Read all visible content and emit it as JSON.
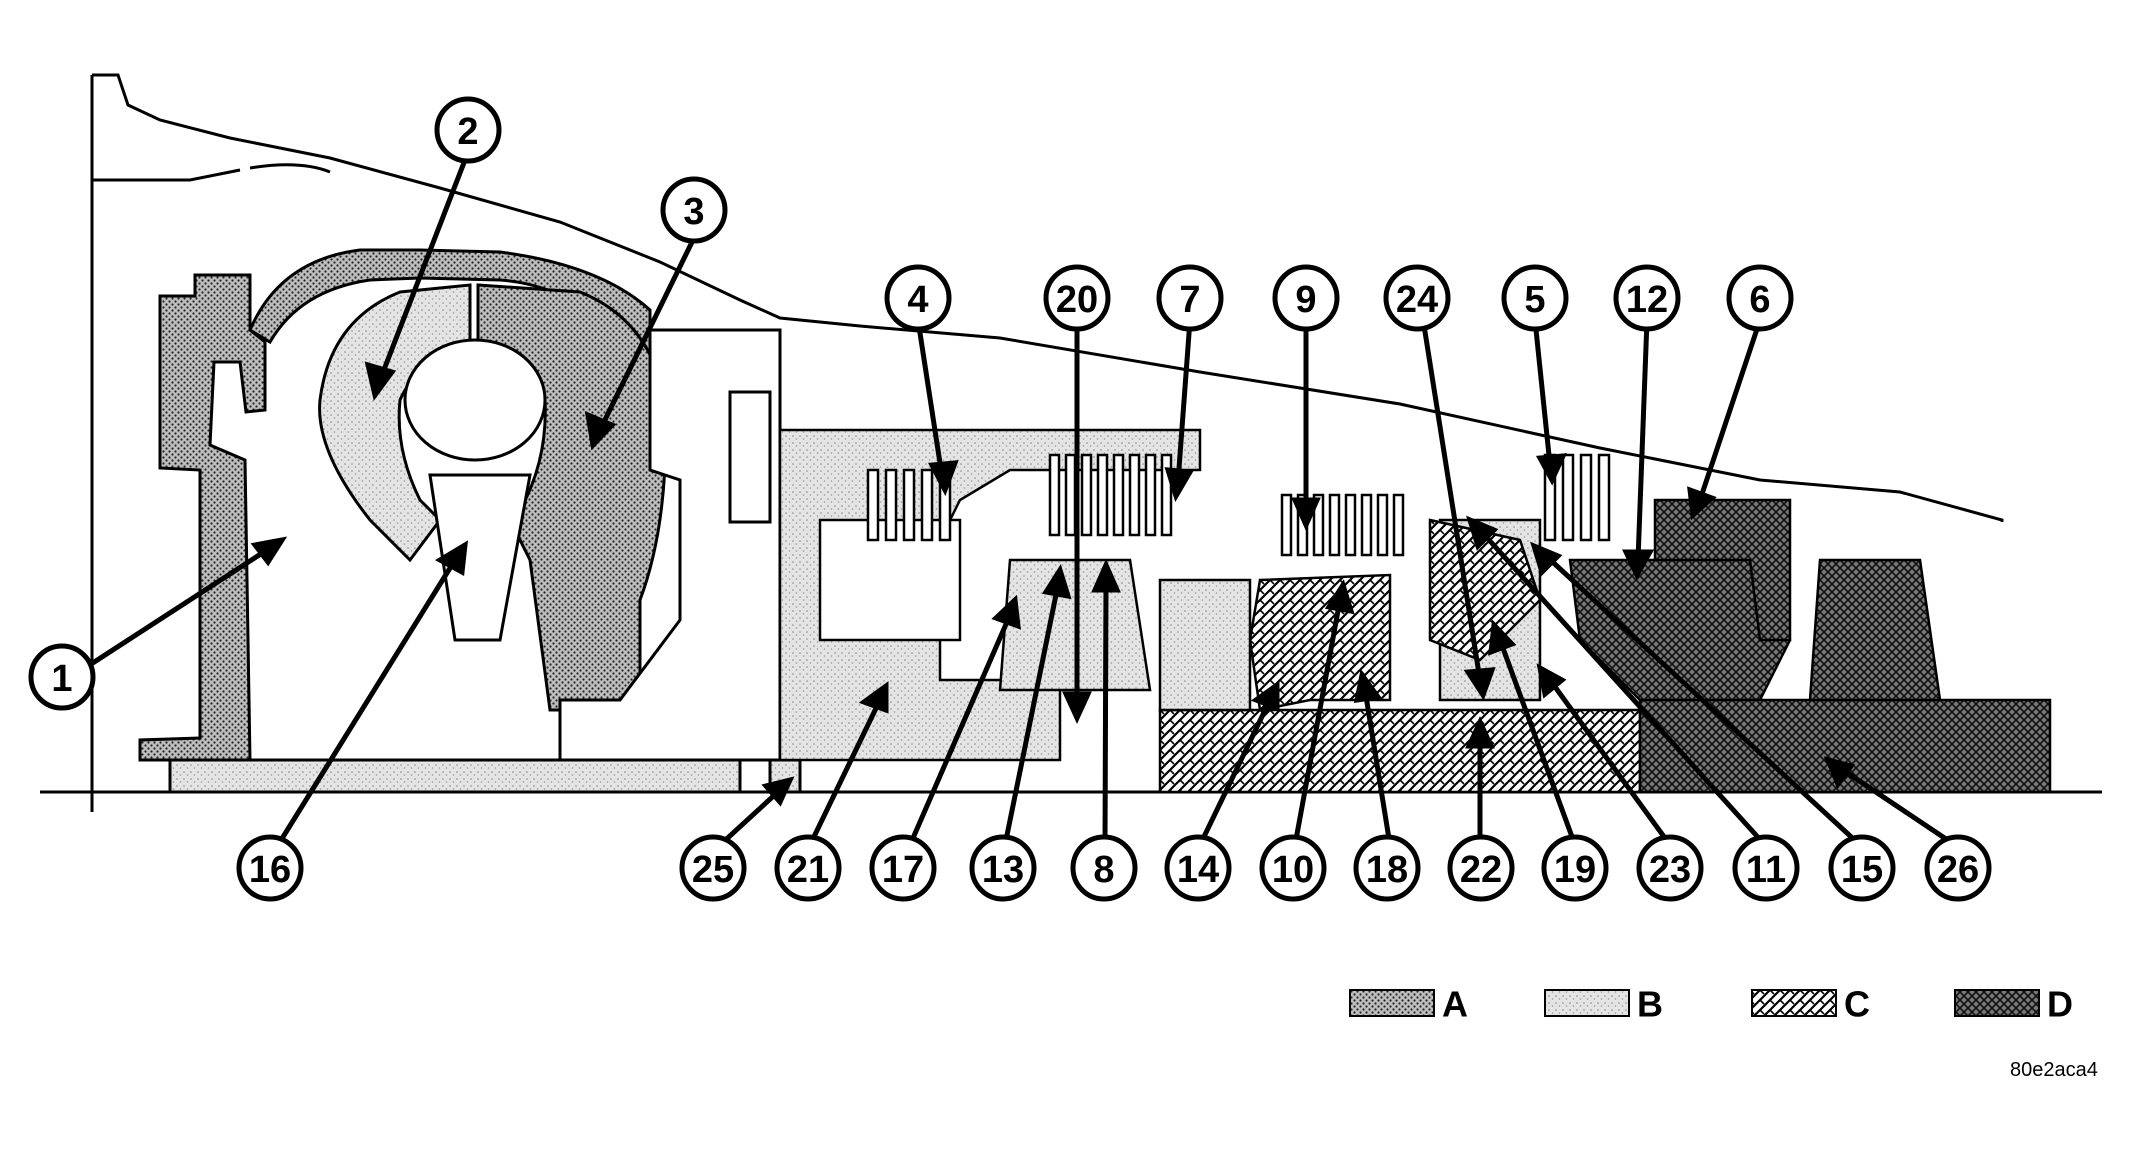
{
  "callouts": [
    "1",
    "2",
    "3",
    "4",
    "5",
    "6",
    "7",
    "8",
    "9",
    "10",
    "11",
    "12",
    "13",
    "14",
    "15",
    "16",
    "17",
    "18",
    "19",
    "20",
    "21",
    "22",
    "23",
    "24",
    "25",
    "26"
  ],
  "legend": {
    "a": "A",
    "b": "B",
    "c": "C",
    "d": "D"
  },
  "image_id": "80e2aca4"
}
